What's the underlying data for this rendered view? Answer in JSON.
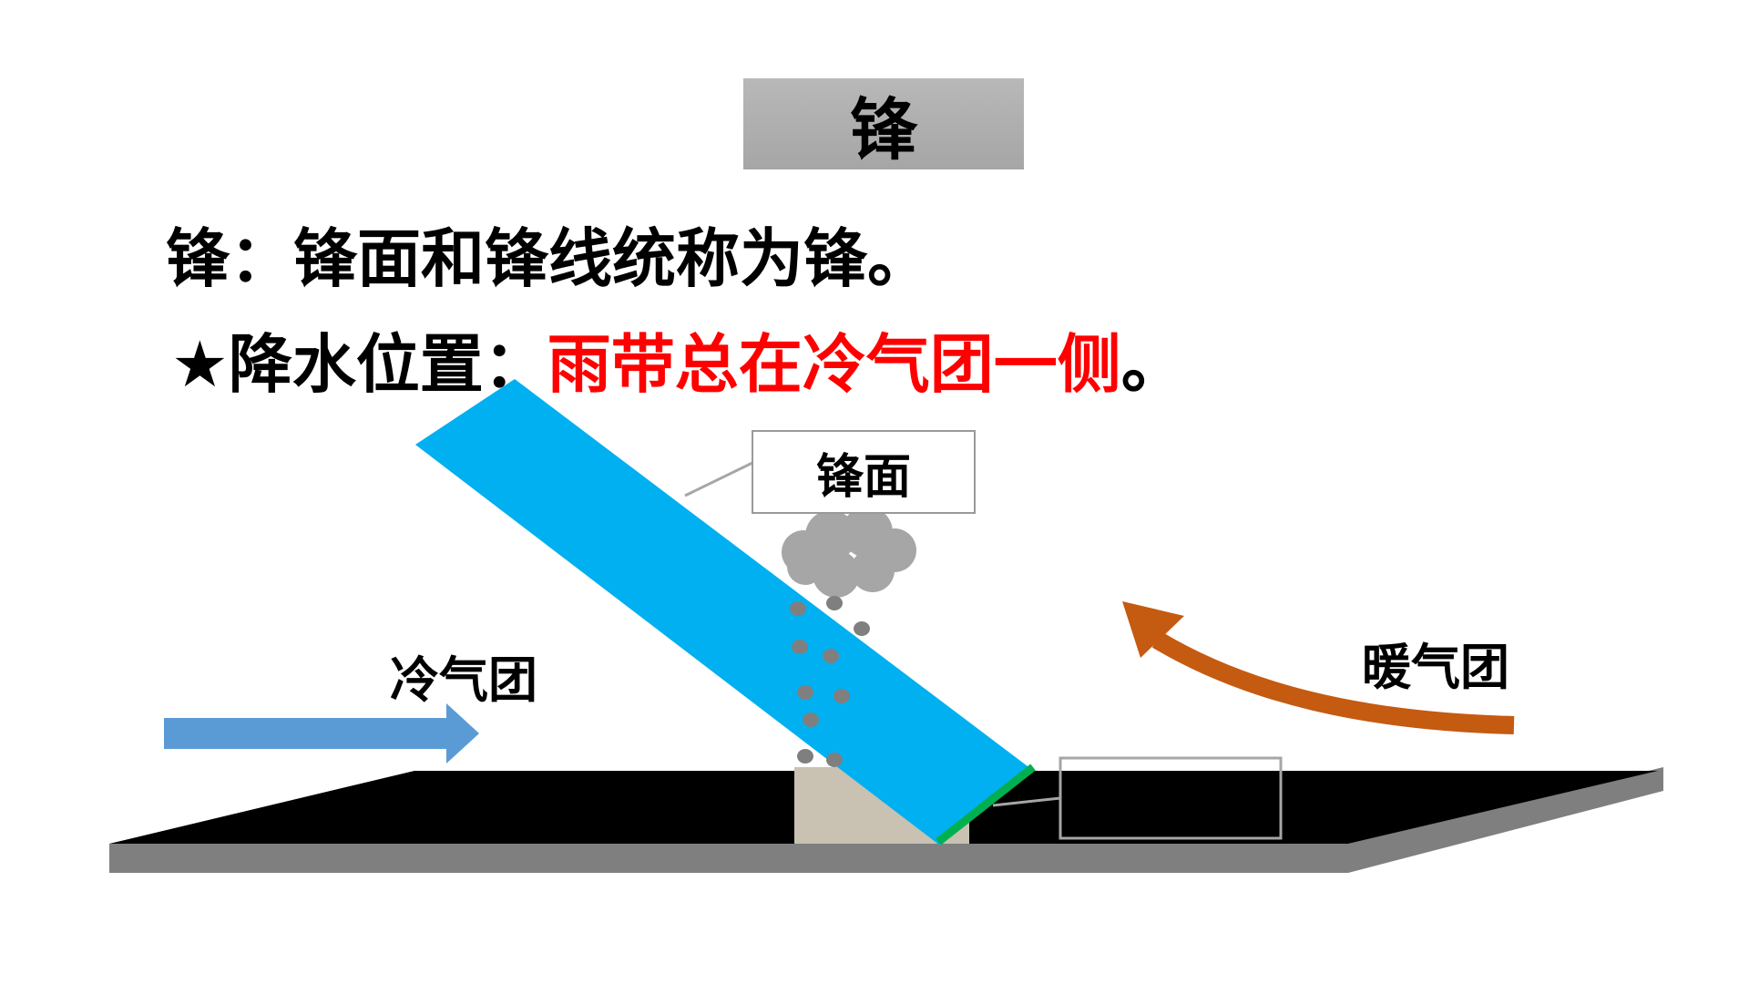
{
  "title": "锋",
  "definition": "锋：锋面和锋线统称为锋。",
  "precip": {
    "prefix": "★降水位置：",
    "highlight": "雨带总在冷气团一侧",
    "suffix": "。"
  },
  "callout_label": "锋面",
  "cold_air_label": "冷气团",
  "warm_air_label": "暖气团",
  "colors": {
    "front_surface": "#00b0f0",
    "cold_arrow": "#5b9bd5",
    "warm_arrow": "#c55a11",
    "front_line": "#00b050",
    "highlight_text": "#ff0000"
  }
}
